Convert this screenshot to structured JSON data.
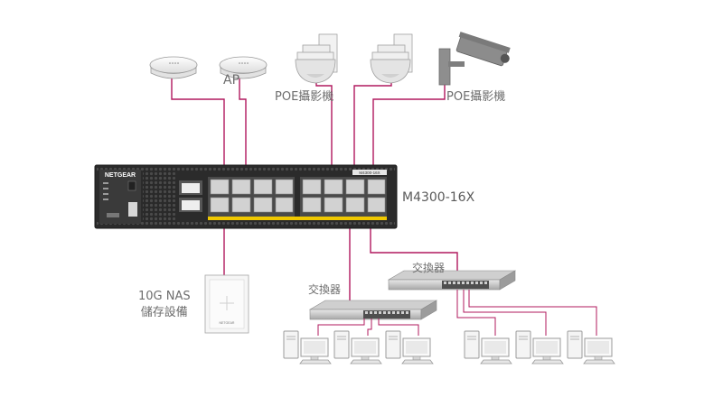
{
  "labels": {
    "ap": "AP",
    "camera_left": "POE攝影機",
    "camera_right": "POE攝影機",
    "switch_model": "M4300-16X",
    "switch_right": "交換器",
    "switch_left": "交換器",
    "nas_line1": "10G NAS",
    "nas_line2": "儲存設備"
  },
  "device_text": {
    "brand": "NETGEAR",
    "switch_model_tag": "M4300-16X",
    "nas_brand": "NETGEAR"
  },
  "colors": {
    "cable": "#b0185e",
    "cable_light": "#c02a72",
    "chassis": "#2c2c2c",
    "port_bezel": "#bfbfbf",
    "poe_strip": "#f0c800",
    "device_white": "#f3f3f3",
    "device_outline": "#9a9a9a"
  },
  "icons": [
    "access-point-icon",
    "dome-camera-icon",
    "bullet-camera-icon",
    "desktop-pc-icon",
    "nas-icon",
    "switch-icon"
  ]
}
